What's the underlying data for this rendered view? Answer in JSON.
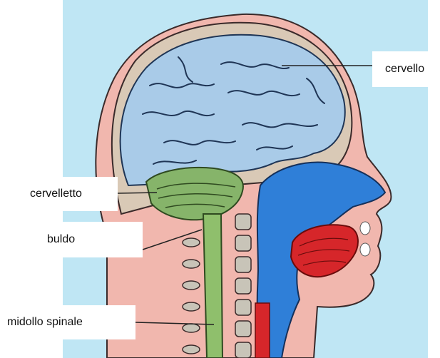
{
  "labels": {
    "brain": "cervello",
    "cerebellum": "cervelletto",
    "bulb": "buldo",
    "spinal_cord": "midollo spinale"
  },
  "colors": {
    "background_sky": "#bfe6f4",
    "skin": "#f1b7ae",
    "skull_outline": "#3a2a2a",
    "brain": "#a9cbe8",
    "brain_folds": "#1f3555",
    "cerebellum": "#86b46a",
    "spinal_cord": "#8fbf6c",
    "nasal_cavity": "#2f7fd8",
    "mouth_red": "#d6262a",
    "bone_gray": "#c8c4b8",
    "leader_line": "#222222"
  }
}
